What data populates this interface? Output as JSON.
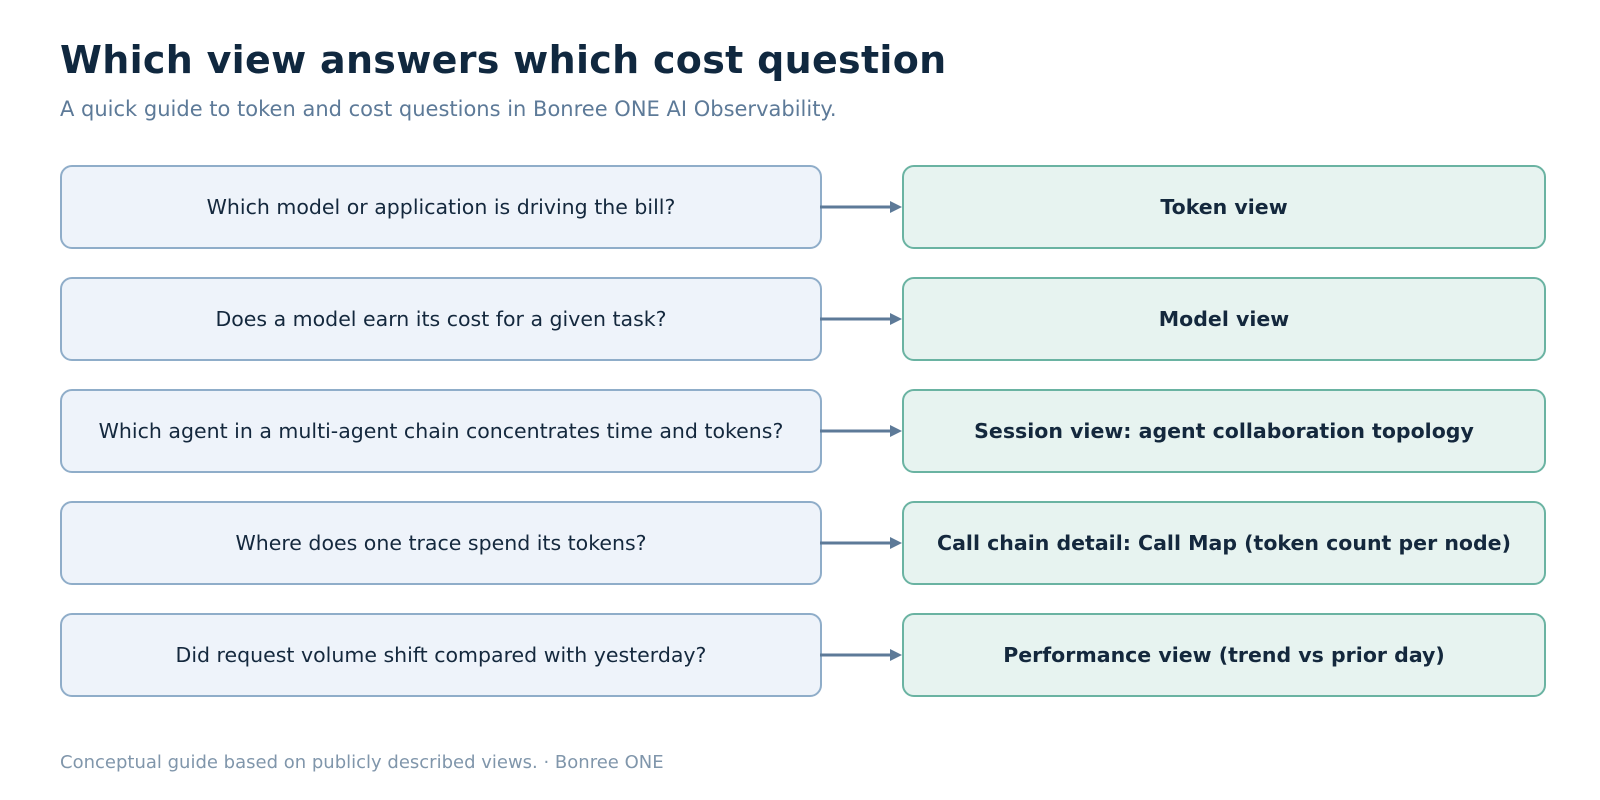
{
  "header": {
    "title": "Which view answers which cost question",
    "subtitle": "A quick guide to token and cost questions in Bonree ONE AI Observability."
  },
  "rows": [
    {
      "question": "Which model or application is driving the bill?",
      "answer": "Token view"
    },
    {
      "question": "Does a model earn its cost for a given task?",
      "answer": "Model view"
    },
    {
      "question": "Which agent in a multi-agent chain concentrates time and tokens?",
      "answer": "Session view: agent collaboration topology"
    },
    {
      "question": "Where does one trace spend its tokens?",
      "answer": "Call chain detail: Call Map (token count per node)"
    },
    {
      "question": "Did request volume shift compared with yesterday?",
      "answer": "Performance view (trend vs prior day)"
    }
  ],
  "footer": {
    "note": "Conceptual guide based on publicly described views. · Bonree ONE"
  },
  "colors": {
    "title": "#10283f",
    "subtitle": "#5d7a98",
    "question_fill": "#eef3fa",
    "question_border": "#8fadc9",
    "answer_fill": "#e7f3f0",
    "answer_border": "#6ab3a2",
    "arrow": "#5d7a98"
  }
}
